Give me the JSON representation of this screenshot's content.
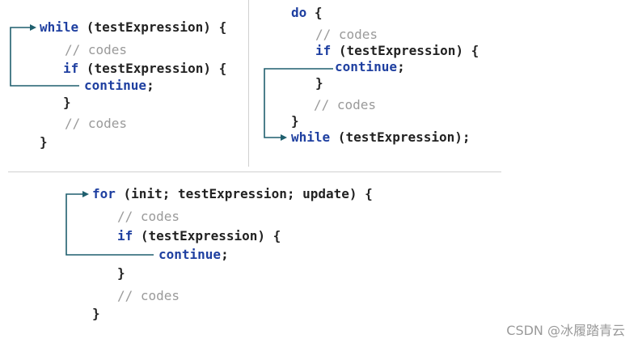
{
  "colors": {
    "keyword": "#1e3fa0",
    "text": "#222222",
    "comment": "#9a9a9a",
    "arrow": "#1f5f6e"
  },
  "while_block": {
    "kw_while": "while",
    "cond": " (testExpression) {",
    "comment1": "// codes",
    "kw_if": "if",
    "if_cond": " (testExpression) {",
    "kw_continue": "continue",
    "semicolon": ";",
    "close_inner": "}",
    "comment2": "// codes",
    "close_outer": "}"
  },
  "do_block": {
    "kw_do": "do",
    "open": " {",
    "comment1": "// codes",
    "kw_if": "if",
    "if_cond": " (testExpression) {",
    "kw_continue": "continue",
    "semicolon": ";",
    "close_inner": "}",
    "comment2": "// codes",
    "close_outer": "}",
    "kw_while": "while",
    "while_cond": " (testExpression);"
  },
  "for_block": {
    "kw_for": "for",
    "cond": " (init; testExpression; update) {",
    "comment1": "// codes",
    "kw_if": "if",
    "if_cond": " (testExpression) {",
    "kw_continue": "continue",
    "semicolon": ";",
    "close_inner": "}",
    "comment2": "// codes",
    "close_outer": "}"
  },
  "watermark": "CSDN @冰履踏青云"
}
